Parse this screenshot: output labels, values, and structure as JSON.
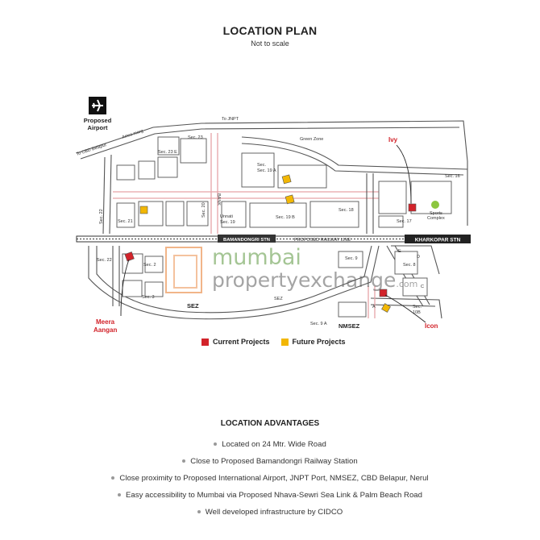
{
  "header": {
    "title": "LOCATION PLAN",
    "subtitle": "Not to scale"
  },
  "map": {
    "airport_label_1": "Proposed",
    "airport_label_2": "Airport",
    "roads": {
      "amra_marg": "Amra marg",
      "to_cbd_belapur": "To CBD Belapur",
      "to_jnpt": "To JNPT",
      "bank": "BANK",
      "bamandongri_stn": "BAMANDONGRI STN",
      "proposed_railway_line": "PROPOSED RAILWAY LINE",
      "kharkopar_stn": "KHARKOPAR STN"
    },
    "sectors": {
      "sec_23e": "Sec. 23 E",
      "sec_23": "Sec. 23",
      "green_zone": "Green Zone",
      "sec_16": "Sec. 16",
      "sec_19a": "Sec. 19 A",
      "sec_22_top": "Sec. 22",
      "sec_21": "Sec. 21",
      "sec_20": "Sec. 20",
      "unnati_1": "Unnati",
      "unnati_2": "Sec. 19",
      "sec_19b": "Sec. 19 B",
      "sec_18": "Sec. 18",
      "sec_17": "Sec. 17",
      "sports_1": "Sports",
      "sports_2": "Complex",
      "sec_22_bottom": "Sec. 22",
      "sec_2": "Sec. 2",
      "sec_3": "Sec. 3",
      "sez": "SEZ",
      "sez_small": "SEZ",
      "sec_9": "Sec. 9",
      "sec_9a": "Sec. 9 A",
      "nmsez": "NMSEZ",
      "sec_8": "Sec. 8",
      "e": "E",
      "d": "D",
      "c": "C",
      "a": "A",
      "sec_10b_1": "Sec.",
      "sec_10b_2": "10B"
    },
    "projects": {
      "ivy": "Ivy",
      "meera_1": "Meera",
      "meera_2": "Aangan",
      "icon": "Icon"
    },
    "colors": {
      "current": "#d2232a",
      "future": "#f2b705",
      "sports": "#8cc63f"
    }
  },
  "watermark": {
    "line1": "mumbai",
    "line2": "propertyexchange",
    "line2_suffix": ".com"
  },
  "legend": {
    "current": "Current Projects",
    "future": "Future Projects"
  },
  "advantages": {
    "heading": "LOCATION ADVANTAGES",
    "items": [
      "Located on 24 Mtr. Wide Road",
      "Close to Proposed Bamandongri Railway Station",
      "Close proximity to Proposed International Airport, JNPT Port, NMSEZ, CBD Belapur, Nerul",
      "Easy accessibility to Mumbai via Proposed Nhava-Sewri Sea Link & Palm Beach Road",
      "Well developed infrastructure by CIDCO"
    ]
  }
}
